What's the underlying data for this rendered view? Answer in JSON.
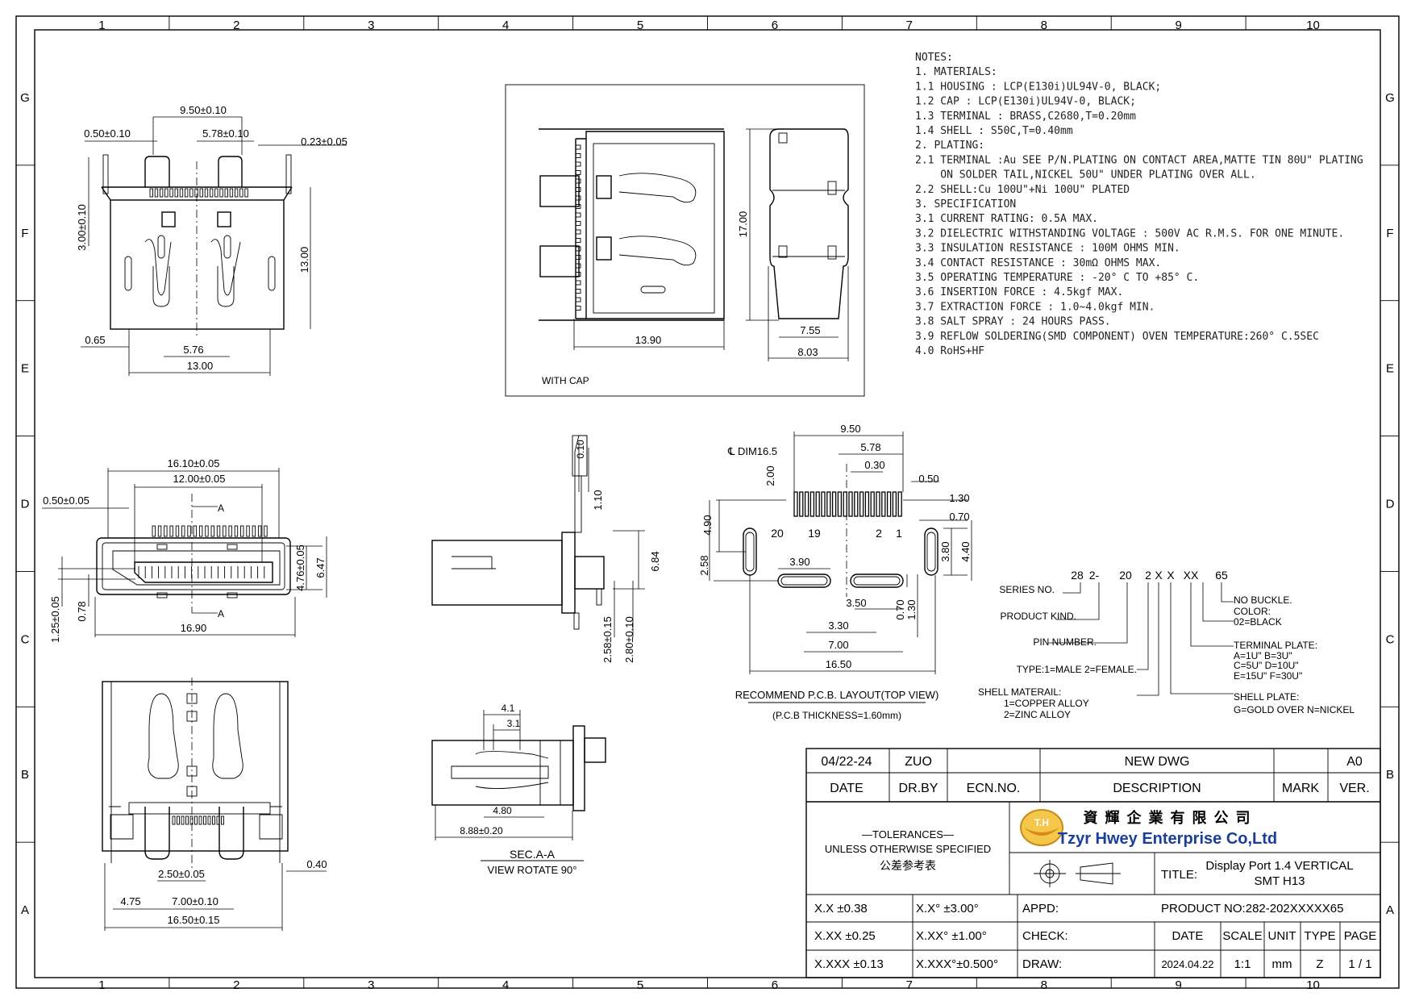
{
  "border": {
    "columns": [
      "1",
      "2",
      "3",
      "4",
      "5",
      "6",
      "7",
      "8",
      "9",
      "10"
    ],
    "rows": [
      "G",
      "F",
      "E",
      "D",
      "C",
      "B",
      "A"
    ]
  },
  "notes": [
    "NOTES:",
    "1. MATERIALS:",
    "1.1 HOUSING : LCP(E130i)UL94V-0, BLACK;",
    "1.2 CAP : LCP(E130i)UL94V-0, BLACK;",
    "1.3 TERMINAL : BRASS,C2680,T=0.20mm",
    "1.4 SHELL : S50C,T=0.40mm",
    "2. PLATING:",
    "2.1 TERMINAL :Au SEE P/N.PLATING ON CONTACT AREA,MATTE TIN 80U\" PLATING",
    "    ON SOLDER TAIL,NICKEL 50U\" UNDER PLATING OVER ALL.",
    "2.2 SHELL:Cu 100U\"+Ni 100U\" PLATED",
    "3. SPECIFICATION",
    "3.1 CURRENT RATING: 0.5A MAX.",
    "3.2 DIELECTRIC WITHSTANDING VOLTAGE : 500V AC R.M.S. FOR ONE MINUTE.",
    "3.3 INSULATION RESISTANCE : 100M OHMS MIN.",
    "3.4 CONTACT RESISTANCE : 30mΩ OHMS MAX.",
    "3.5 OPERATING TEMPERATURE : -20° C TO +85° C.",
    "3.6 INSERTION FORCE : 4.5kgf MAX.",
    "3.7 EXTRACTION FORCE : 1.0~4.0kgf MIN.",
    "3.8 SALT SPRAY : 24 HOURS PASS.",
    "3.9 REFLOW SOLDERING(SMD COMPONENT) OVEN TEMPERATURE:260° C.5SEC",
    "4.0 RoHS+HF"
  ],
  "views": {
    "front": {
      "d_pitch": "9.50±0.10",
      "d_left": "0.50±0.10",
      "d_mid": "5.78±0.10",
      "d_right": "0.23±0.05",
      "d_height": "3.00±0.10",
      "d_body": "13.00",
      "d_065": "0.65",
      "d_576": "5.76",
      "d_width": "13.00"
    },
    "cap": {
      "label": "WITH CAP",
      "d_1390": "13.90",
      "d_1700": "17.00",
      "d_755": "7.55",
      "d_803": "8.03"
    },
    "top": {
      "d_1610": "16.10±0.05",
      "d_1200": "12.00±0.05",
      "d_050": "0.50±0.05",
      "sec_a": "A",
      "d_476": "4.76±0.05",
      "d_647": "6.47",
      "d_125": "1.25±0.05",
      "d_078": "0.78",
      "d_1690": "16.90"
    },
    "side": {
      "d_010": "0.10",
      "d_110": "1.10",
      "d_684": "6.84",
      "d_258": "2.58±0.15",
      "d_280": "2.80±0.10"
    },
    "bottom": {
      "d_250": "2.50±0.05",
      "d_040": "0.40",
      "d_475": "4.75",
      "d_700": "7.00±0.10",
      "d_1650": "16.50±0.15"
    },
    "section": {
      "d_41": "4.1",
      "d_31": "3.1",
      "d_480": "4.80",
      "d_888": "8.88±0.20",
      "title": "SEC.A-A",
      "sub": "VIEW ROTATE 90°"
    },
    "pcb": {
      "d_950": "9.50",
      "dim165": "℄ DIM16.5",
      "d_578": "5.78",
      "d_030": "0.30",
      "d_200": "2.00",
      "d_050": "0.50",
      "d_130": "1.30",
      "d_070": "0.70",
      "d_490": "4.90",
      "d_258": "2.58",
      "p20": "20",
      "p19": "19",
      "p2": "2",
      "p1": "1",
      "d_390": "3.90",
      "d_380": "3.80",
      "d_440": "4.40",
      "d_350": "3.50",
      "d_070b": "0.70",
      "d_130b": "1.30",
      "d_330": "3.30",
      "d_700": "7.00",
      "d_1650": "16.50",
      "title": "RECOMMEND P.C.B. LAYOUT(TOP VIEW)",
      "sub": "(P.C.B THICKNESS=1.60mm)"
    }
  },
  "part_number": {
    "codes": [
      "28",
      "2-",
      "20",
      "2",
      "X",
      "X",
      "XX",
      "65"
    ],
    "left_labels": [
      "SERIES NO.",
      "PRODUCT KIND.",
      "PIN NUMBER.",
      "TYPE:1=MALE 2=FEMALE.",
      "SHELL MATERAIL:",
      "1=COPPER ALLOY",
      "2=ZINC ALLOY"
    ],
    "right_labels": [
      "NO BUCKLE.",
      "COLOR:",
      "02=BLACK",
      "TERMINAL PLATE:",
      "A=1U\"  B=3U\"",
      "C=5U\"  D=10U\"",
      "E=15U\" F=30U\"",
      "SHELL PLATE:",
      "G=GOLD OVER N=NICKEL"
    ]
  },
  "title_block": {
    "rev_date": "04/22-24",
    "rev_by": "ZUO",
    "rev_desc": "NEW DWG",
    "rev_ver": "A0",
    "h_date": "DATE",
    "h_drby": "DR.BY",
    "h_ecn": "ECN.NO.",
    "h_desc": "DESCRIPTION",
    "h_mark": "MARK",
    "h_ver": "VER.",
    "tol1": "—TOLERANCES—",
    "tol2": "UNLESS OTHERWISE SPECIFIED",
    "tol3": "公差参考表",
    "logo_mark": "T.H",
    "company_cn": "資 輝 企 業 有 限 公 司",
    "company_en": "Tzyr Hwey Enterprise Co,Ltd",
    "title_label": "TITLE:",
    "title1": "Display Port 1.4 VERTICAL",
    "title2": "SMT H13",
    "tx1": "X.X   ±0.38",
    "tx1b": "X.X°   ±3.00°",
    "appd": "APPD:",
    "product_no": "PRODUCT NO:282-202XXXXX65",
    "tx2": "X.XX  ±0.25",
    "tx2b": "X.XX°  ±1.00°",
    "check": "CHECK:",
    "tx3": "X.XXX ±0.13",
    "tx3b": "X.XXX°±0.500°",
    "draw": "DRAW:",
    "c_date": "DATE",
    "c_scale": "SCALE",
    "c_unit": "UNIT",
    "c_type": "TYPE",
    "c_page": "PAGE",
    "v_date": "2024.04.22",
    "v_scale": "1:1",
    "v_unit": "mm",
    "v_type": "Z",
    "v_page": "1 / 1"
  }
}
